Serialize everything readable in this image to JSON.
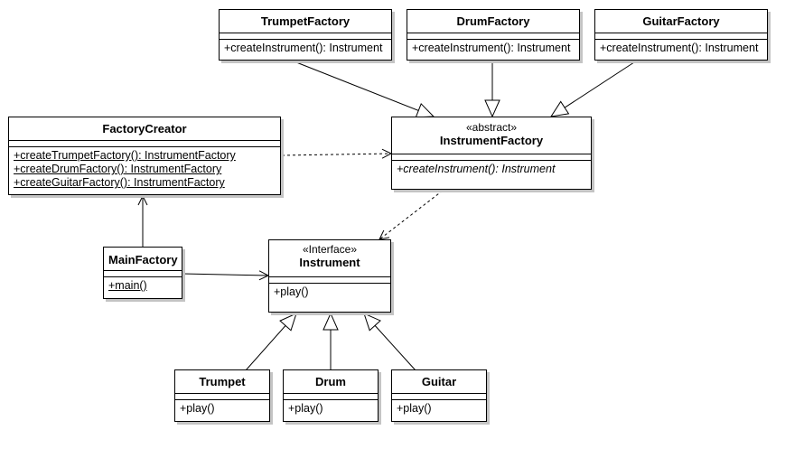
{
  "classes": {
    "trumpet_factory": {
      "name": "TrumpetFactory",
      "ops": [
        "+createInstrument(): Instrument"
      ]
    },
    "drum_factory": {
      "name": "DrumFactory",
      "ops": [
        "+createInstrument(): Instrument"
      ]
    },
    "guitar_factory": {
      "name": "GuitarFactory",
      "ops": [
        "+createInstrument(): Instrument"
      ]
    },
    "factory_creator": {
      "name": "FactoryCreator",
      "ops": [
        "+createTrumpetFactory(): InstrumentFactory",
        "+createDrumFactory(): InstrumentFactory",
        "+createGuitarFactory(): InstrumentFactory"
      ]
    },
    "instrument_factory": {
      "stereotype": "«abstract»",
      "name": "InstrumentFactory",
      "ops": [
        "+createInstrument(): Instrument"
      ]
    },
    "main_factory": {
      "name": "MainFactory",
      "ops": [
        "+main()"
      ]
    },
    "instrument": {
      "stereotype": "«Interface»",
      "name": "Instrument",
      "ops": [
        "+play()"
      ]
    },
    "trumpet": {
      "name": "Trumpet",
      "ops": [
        "+play()"
      ]
    },
    "drum": {
      "name": "Drum",
      "ops": [
        "+play()"
      ]
    },
    "guitar": {
      "name": "Guitar",
      "ops": [
        "+play()"
      ]
    }
  },
  "colors": {
    "line": "#000000",
    "shadow": "#c4c4c4",
    "background": "#ffffff"
  }
}
